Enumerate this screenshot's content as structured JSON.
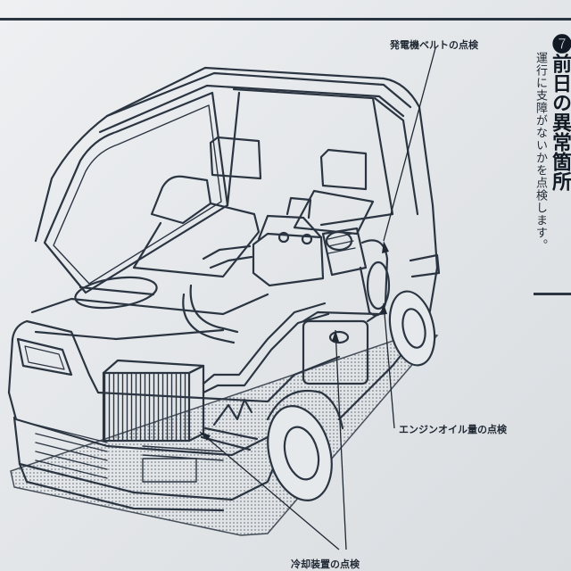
{
  "callouts": {
    "alternator_belt": "発電機ベルトの点検",
    "engine_oil": "エンジンオイル量の点検",
    "cooling_system": "冷却装置の点検"
  },
  "side_column": {
    "heading": "❼前日の異常箇所",
    "body": "運行に支障がないかを点検します。"
  },
  "colors": {
    "line": "#2b3542",
    "paper": "#e6e9ec",
    "ground_hatch": "#9aa2aa"
  }
}
